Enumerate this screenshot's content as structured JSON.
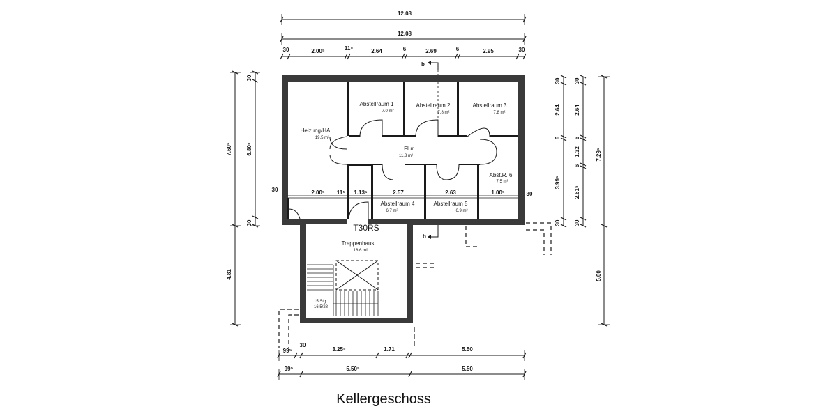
{
  "title": "Kellergeschoss",
  "door_label": "T30RS",
  "section_marker": "b",
  "rooms": {
    "heizung": {
      "name": "Heizung/HA",
      "area": "19.5 m²"
    },
    "abstell1": {
      "name": "Abstellraum 1",
      "area": "7.0 m²"
    },
    "abstell2": {
      "name": "Abstellraum 2",
      "area": "7.8 m²"
    },
    "abstell3": {
      "name": "Abstellraum 3",
      "area": "7.8 m²"
    },
    "flur": {
      "name": "Flur",
      "area": "11.8 m²"
    },
    "abstell6": {
      "name": "Abst.R. 6",
      "area": "7.5 m²"
    },
    "abstell4": {
      "name": "Abstellraum 4",
      "area": "6.7 m²"
    },
    "abstell5": {
      "name": "Abstellraum 5",
      "area": "6.9 m²"
    },
    "treppenhaus": {
      "name": "Treppenhaus",
      "area": "18.6 m²"
    },
    "stairs": {
      "line1": "15 Stg.",
      "line2": "16,5/28"
    }
  },
  "dimensions": {
    "top_total_1": "12.08",
    "top_total_2": "12.08",
    "top_segments": [
      "30",
      "2.00⁵",
      "11⁵",
      "2.64",
      "6",
      "2.69",
      "6",
      "2.95",
      "30"
    ],
    "left_outer": [
      "7.60⁵",
      "4.81"
    ],
    "left_inner": [
      "30",
      "6.80⁵",
      "30"
    ],
    "right_inner": [
      "30",
      "2.64",
      "6",
      "3.99⁵",
      "30"
    ],
    "right_mid": [
      "30",
      "2.64",
      "6",
      "1.32",
      "6",
      "2.61⁵",
      "30"
    ],
    "right_outer": [
      "7.29⁵",
      "5.00"
    ],
    "mid_row": [
      "30",
      "2.00⁵",
      "11⁵",
      "1.13⁵",
      "2.57",
      "2.63",
      "1.00⁵",
      "30"
    ],
    "bottom_row_1": [
      "99⁵",
      "30",
      "3.25⁵",
      "1.71",
      "5.50"
    ],
    "bottom_row_2": [
      "99⁵",
      "5.50⁵",
      "5.50"
    ]
  }
}
